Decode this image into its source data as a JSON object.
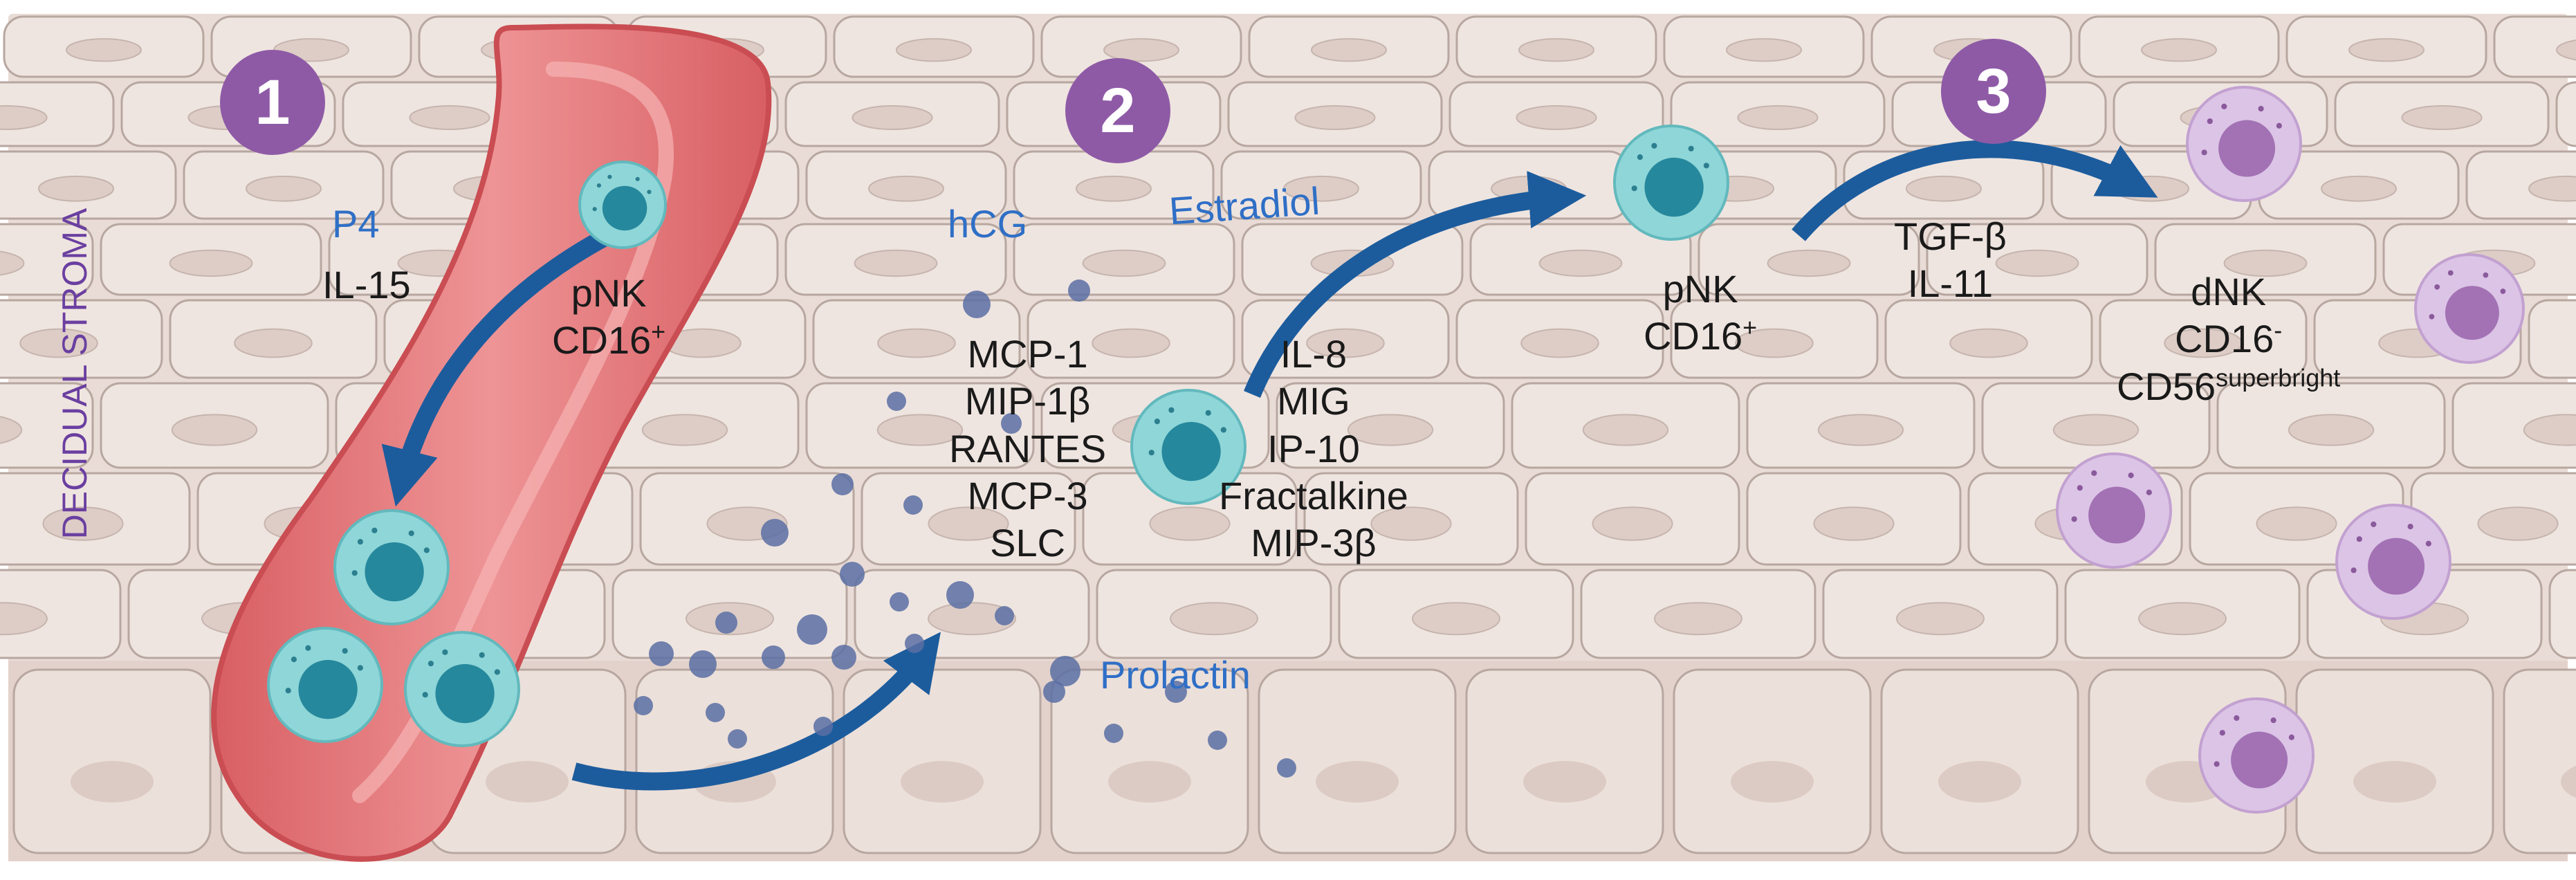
{
  "side_label": "DECIDUAL STROMA",
  "steps": {
    "one": {
      "number": "1",
      "factor_blue": "P4",
      "factor": "IL-15",
      "cell_name": "pNK",
      "cell_marker": "CD16",
      "cell_marker_sup": "+"
    },
    "two": {
      "number": "2",
      "hormone_hcg": "hCG",
      "hormone_estradiol": "Estradiol",
      "hormone_prolactin": "Prolactin",
      "left_chemokines": [
        "MCP-1",
        "MIP-1β",
        "RANTES",
        "MCP-3",
        "SLC"
      ],
      "right_chemokines": [
        "IL-8",
        "MIG",
        "IP-10",
        "Fractalkine",
        "MIP-3β"
      ]
    },
    "three": {
      "number": "3",
      "cell_name": "pNK",
      "cell_marker": "CD16",
      "cell_marker_sup": "+",
      "factors": [
        "TGF-β",
        "IL-11"
      ],
      "dnk_name": "dNK",
      "dnk_marker1": "CD16",
      "dnk_marker1_sup": "-",
      "dnk_marker2": "CD56",
      "dnk_marker2_sup": "superbright"
    }
  },
  "colors": {
    "background": "#e9dcd6",
    "cell_border": "#b7a7a0",
    "vessel": "#e27a7d",
    "arrow": "#1c5c9d",
    "pnk_outer": "#8fd6d8",
    "pnk_nucleus": "#26889c",
    "dnk_outer": "#dcc4e6",
    "dnk_nucleus": "#a272b4",
    "chemokine_dot": "#5a6fa3",
    "badge": "#8e5aa6",
    "blue_text": "#2f6fc6",
    "side_label": "#6a3fa0"
  }
}
